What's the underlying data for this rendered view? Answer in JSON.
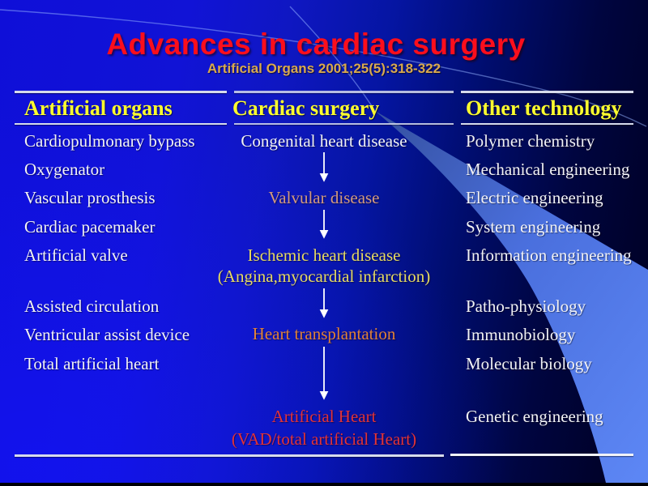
{
  "slide": {
    "title": "Advances in cardiac surgery",
    "subtitle": "Artificial Organs 2001;25(5):318-322",
    "title_color": "#fb0e1c",
    "subtitle_color": "#d9a94e",
    "header_color": "#ffff2e",
    "body_color": "#f2f2f6",
    "accent_swoosh_color": "#4d74e8",
    "columns": [
      {
        "header": "Artificial organs",
        "items": [
          "Cardiopulmonary bypass",
          "Oxygenator",
          "Vascular prosthesis",
          "Cardiac pacemaker",
          "Artificial valve",
          "Assisted circulation",
          "Ventricular assist device",
          "Total artificial heart"
        ]
      },
      {
        "header": "Cardiac surgery",
        "flow": [
          {
            "label": "Congenital heart disease",
            "color": "#f2f2f6"
          },
          {
            "label": "Valvular disease",
            "color": "#d39a7e"
          },
          {
            "label": "Ischemic heart disease",
            "sub": "(Angina,myocardial infarction)",
            "color": "#e6d963"
          },
          {
            "label": "Heart transplantation",
            "color": "#e0813a"
          },
          {
            "label": "Artificial Heart",
            "sub": "(VAD/total artificial Heart)",
            "color": "#e23238"
          }
        ]
      },
      {
        "header": "Other technology",
        "items": [
          "Polymer chemistry",
          "Mechanical engineering",
          "Electric engineering",
          "System engineering",
          "Information engineering",
          "Patho-physiology",
          "Immunobiology",
          "Molecular biology",
          "Genetic engineering"
        ]
      }
    ]
  }
}
